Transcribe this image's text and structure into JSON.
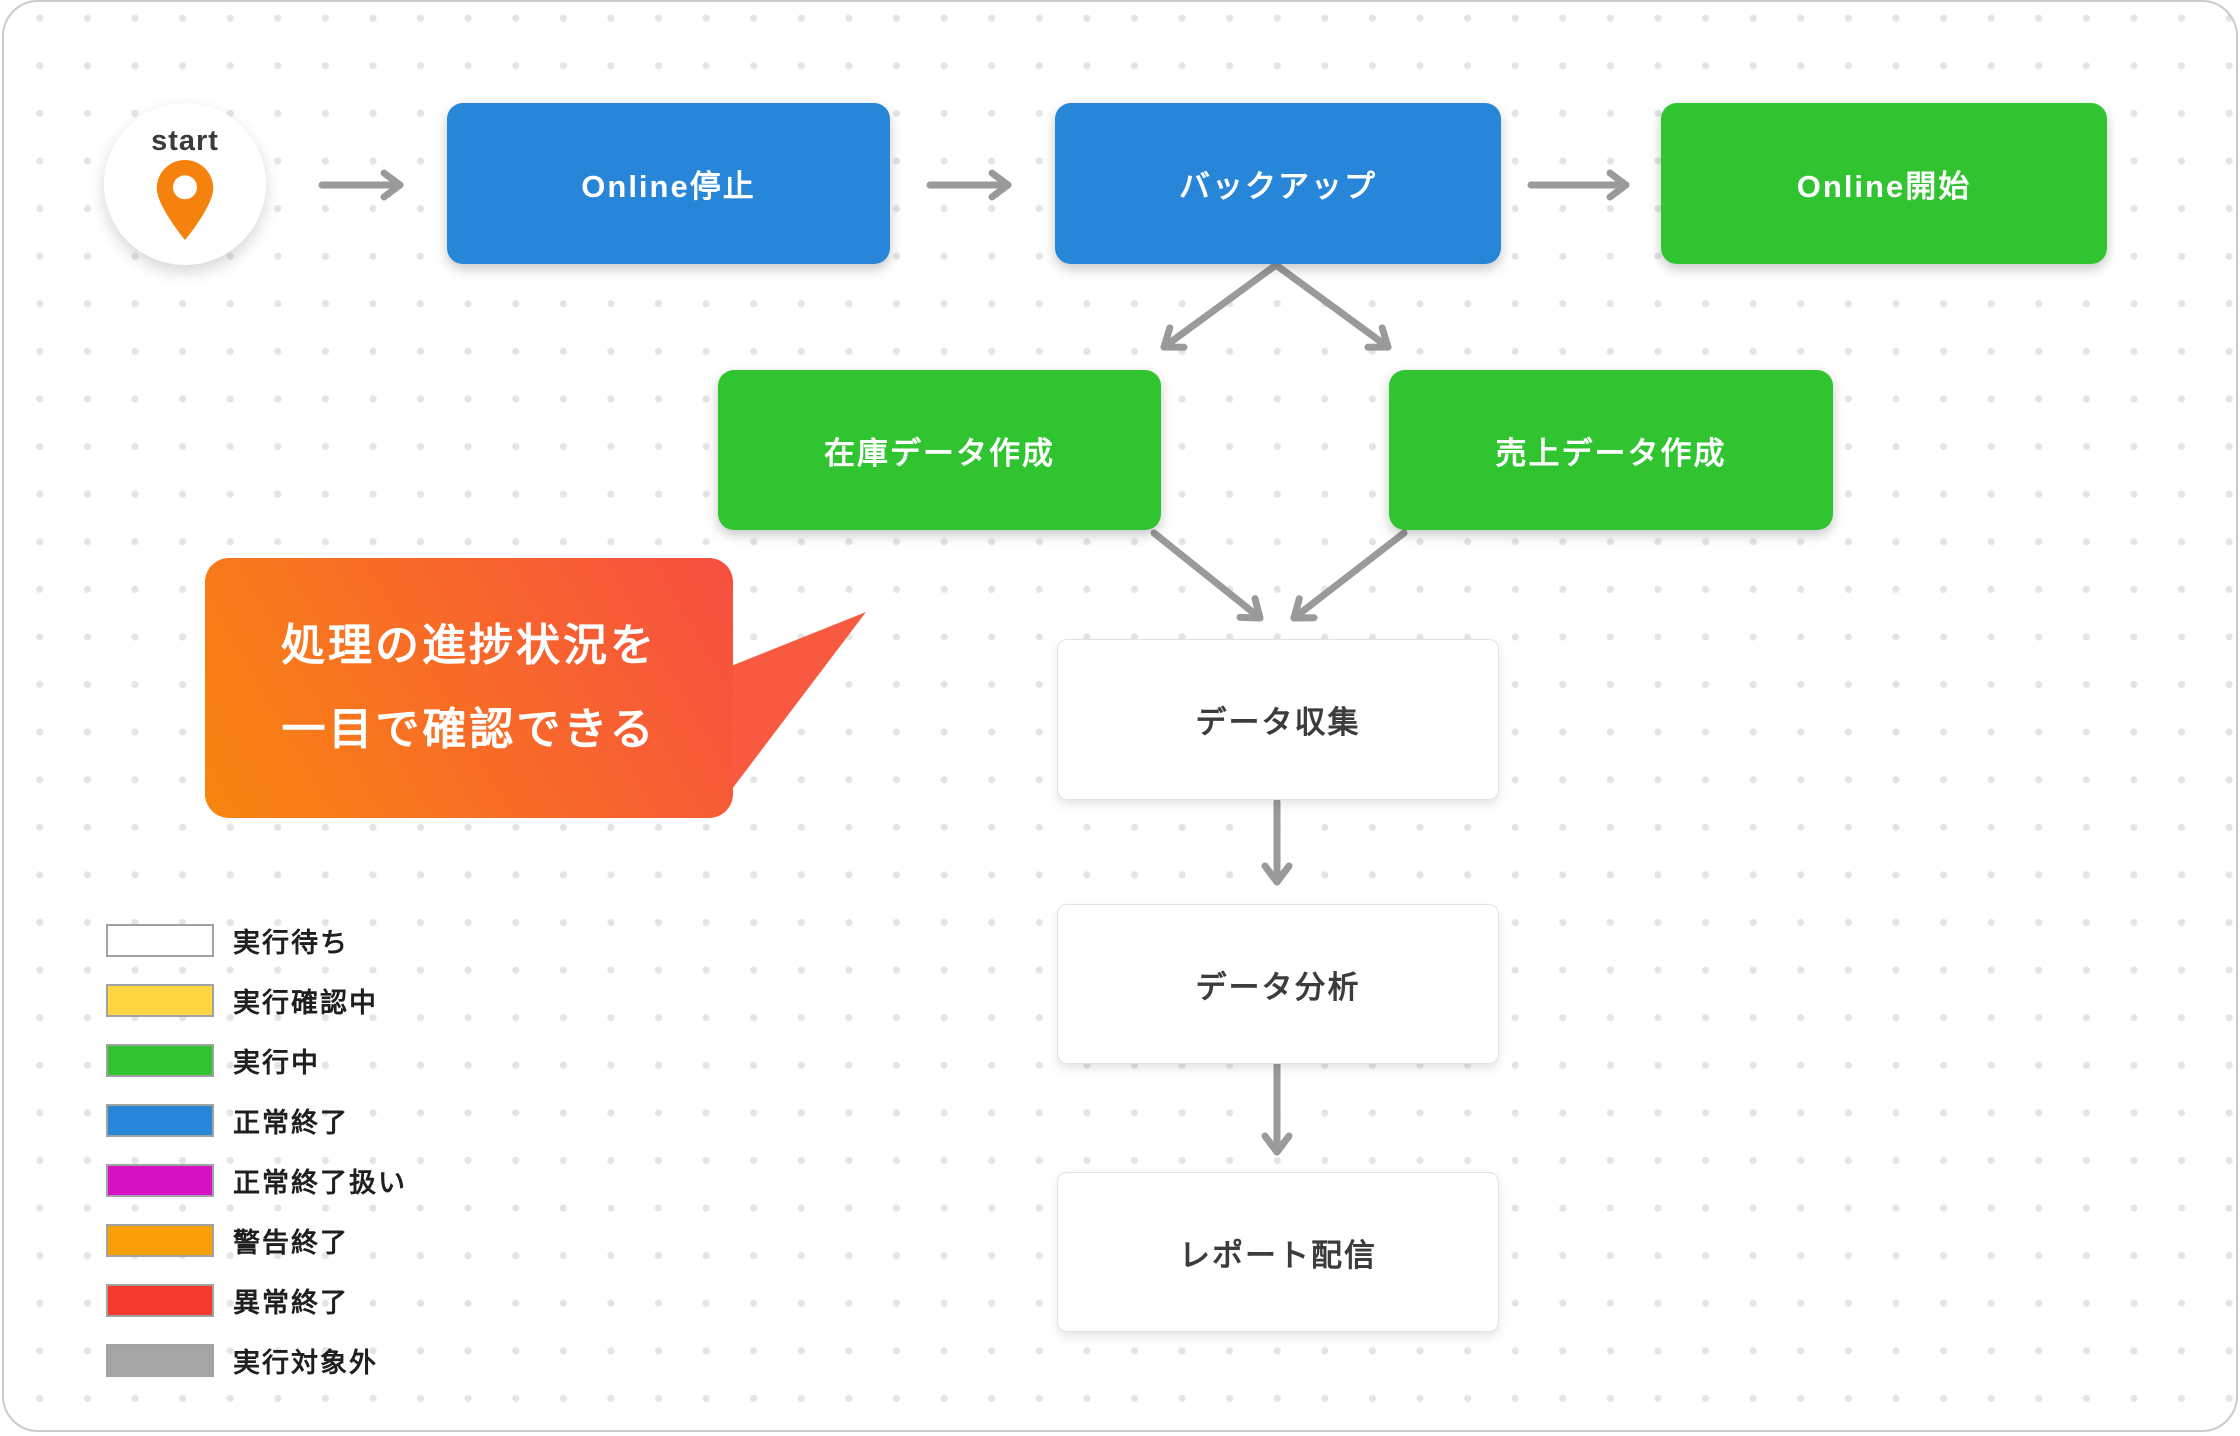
{
  "start": {
    "label": "start",
    "icon": "map-pin-icon"
  },
  "nodes": {
    "online_stop": {
      "label": "Online停止",
      "status": "正常終了"
    },
    "backup": {
      "label": "バックアップ",
      "status": "正常終了"
    },
    "online_start": {
      "label": "Online開始",
      "status": "実行中"
    },
    "stock_data": {
      "label": "在庫データ作成",
      "status": "実行中"
    },
    "sales_data": {
      "label": "売上データ作成",
      "status": "実行中"
    },
    "data_collect": {
      "label": "データ収集",
      "status": "実行待ち"
    },
    "data_analyze": {
      "label": "データ分析",
      "status": "実行待ち"
    },
    "report": {
      "label": "レポート配信",
      "status": "実行待ち"
    }
  },
  "callout": {
    "line1": "処理の進捗状況を",
    "line2": "一目で確認できる"
  },
  "legend": {
    "items": [
      {
        "label": "実行待ち",
        "color": "#ffffff"
      },
      {
        "label": "実行確認中",
        "color": "#ffd642"
      },
      {
        "label": "実行中",
        "color": "#30c430"
      },
      {
        "label": "正常終了",
        "color": "#2786d7"
      },
      {
        "label": "正常終了扱い",
        "color": "#d511c4"
      },
      {
        "label": "警告終了",
        "color": "#f9a008"
      },
      {
        "label": "異常終了",
        "color": "#f53b2e"
      },
      {
        "label": "実行対象外",
        "color": "#a5a5a5"
      }
    ]
  },
  "colors": {
    "blue": "#2786d7",
    "green": "#31c431",
    "arrow": "#9a9a9a",
    "callout_gradient_start": "#f8860f",
    "callout_gradient_end": "#f74f41",
    "callout_tail": "#f75a40",
    "pin": "#f5820c",
    "dot_grid": "#e4e4e6"
  }
}
